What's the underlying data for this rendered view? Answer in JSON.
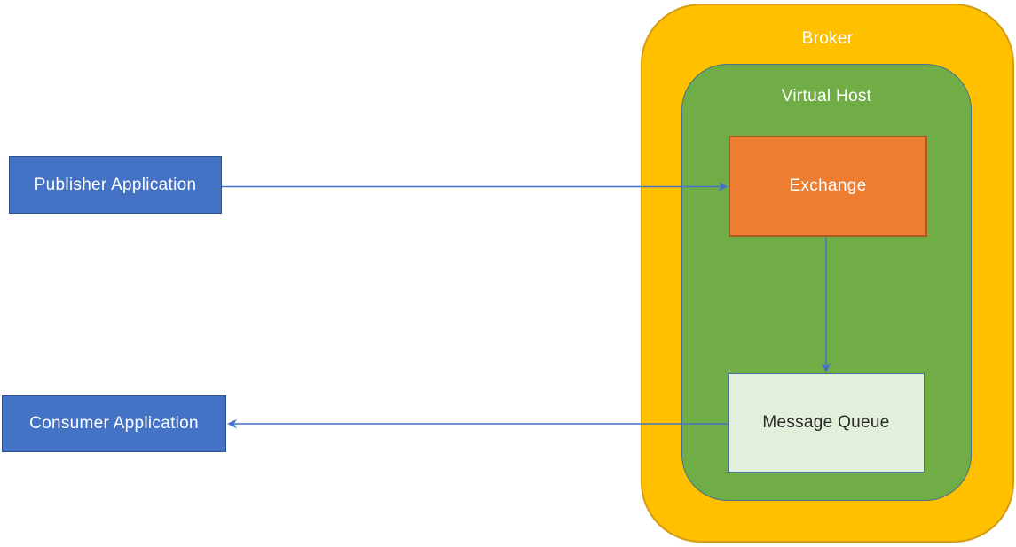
{
  "diagram": {
    "nodes": {
      "broker": {
        "label": "Broker"
      },
      "virtual_host": {
        "label": "Virtual Host"
      },
      "exchange": {
        "label": "Exchange"
      },
      "message_queue": {
        "label": "Message Queue"
      },
      "publisher": {
        "label": "Publisher Application"
      },
      "consumer": {
        "label": "Consumer Application"
      }
    },
    "edges": [
      {
        "from": "publisher",
        "to": "exchange",
        "direction": "right"
      },
      {
        "from": "exchange",
        "to": "message_queue",
        "direction": "down"
      },
      {
        "from": "message_queue",
        "to": "consumer",
        "direction": "left"
      }
    ],
    "colors": {
      "broker_fill": "#FFC000",
      "broker_border": "#D49C14",
      "virtual_host_fill": "#70AD47",
      "virtual_host_border": "#44718C",
      "exchange_fill": "#ED7D31",
      "exchange_border": "#AE5A21",
      "queue_fill": "#E2EFDA",
      "queue_border": "#41719C",
      "app_fill": "#4472C4",
      "app_border": "#2F528F",
      "arrow": "#4472C4",
      "text_light": "#FFFFFF",
      "text_dark": "#2B2B2B"
    }
  }
}
